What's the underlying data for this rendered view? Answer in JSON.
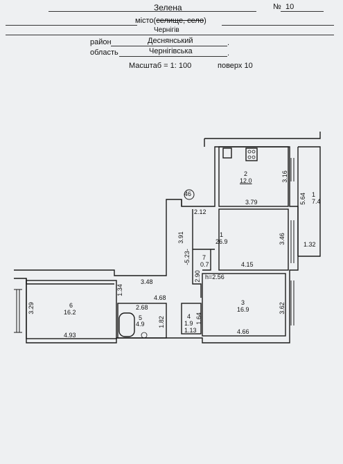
{
  "header": {
    "street": "Зелена",
    "number_label": "№",
    "number_value": "10",
    "city_label_prefix": "місто(",
    "city_label_struck": "селище, село",
    "city_label_suffix": ")",
    "city_value": "Чернігів",
    "district_label": "район",
    "district_value": "Деснянський",
    "district_dot": ".",
    "region_label": "область",
    "region_value": "Чернігівська",
    "region_dot": ".",
    "scale": "Масштаб = 1: 100",
    "floor": "поверх 10"
  },
  "plan": {
    "apartment_marker": "46",
    "rooms": [
      {
        "num": "1",
        "area": "26.9"
      },
      {
        "num": "2",
        "area": "12.0"
      },
      {
        "num": "3",
        "area": "16.9"
      },
      {
        "num": "4",
        "area": "1.9"
      },
      {
        "num": "5",
        "area": "4.9"
      },
      {
        "num": "6",
        "area": "16.2"
      },
      {
        "num": "7",
        "area": "0.7"
      },
      {
        "num": "1",
        "area": "7.4"
      }
    ],
    "dims": {
      "d_3_79": "3.79",
      "d_3_16": "3.16",
      "d_5_64": "5.64",
      "d_2_12": "2.12",
      "d_3_91": "3.91",
      "d_3_46": "3.46",
      "d_1_32": "1.32",
      "d_5_23": "-5.23-",
      "d_4_15": "4.15",
      "d_3_48": "3.48",
      "d_2_90": "2.90",
      "d_h": "h=2.56",
      "d_1_34": "1.34",
      "d_4_68": "4.68",
      "d_2_68": "2.68",
      "d_1_82": "1.82",
      "d_1_64": "1.64",
      "d_1_13": "1.13",
      "d_3_29": "3.29",
      "d_4_93": "4.93",
      "d_3_62": "3.62",
      "d_4_66": "4.66"
    }
  }
}
